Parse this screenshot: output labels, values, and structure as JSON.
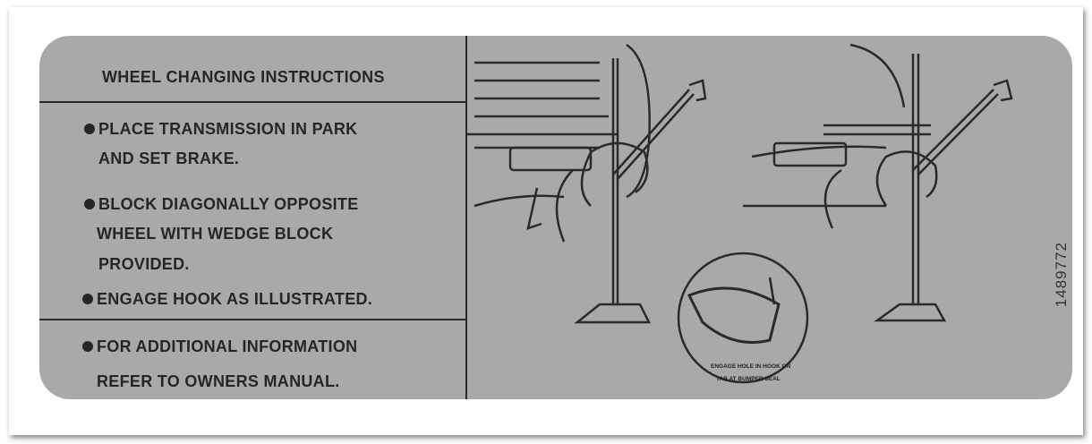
{
  "title": "WHEEL CHANGING INSTRUCTIONS",
  "steps": [
    {
      "line1": "PLACE TRANSMISSION IN PARK",
      "line2": "AND SET BRAKE."
    },
    {
      "line1": "BLOCK DIAGONALLY OPPOSITE",
      "line2": "WHEEL WITH WEDGE BLOCK",
      "line3": "PROVIDED."
    },
    {
      "line1": "ENGAGE HOOK AS ILLUSTRATED."
    },
    {
      "line1": "FOR ADDITIONAL INFORMATION",
      "line2": "REFER TO OWNERS MANUAL."
    }
  ],
  "detail_caption": {
    "line1": "ENGAGE HOLE IN HOOK ON",
    "line2": "TAB AT BUMPER SEAL"
  },
  "part_number": "1489772"
}
